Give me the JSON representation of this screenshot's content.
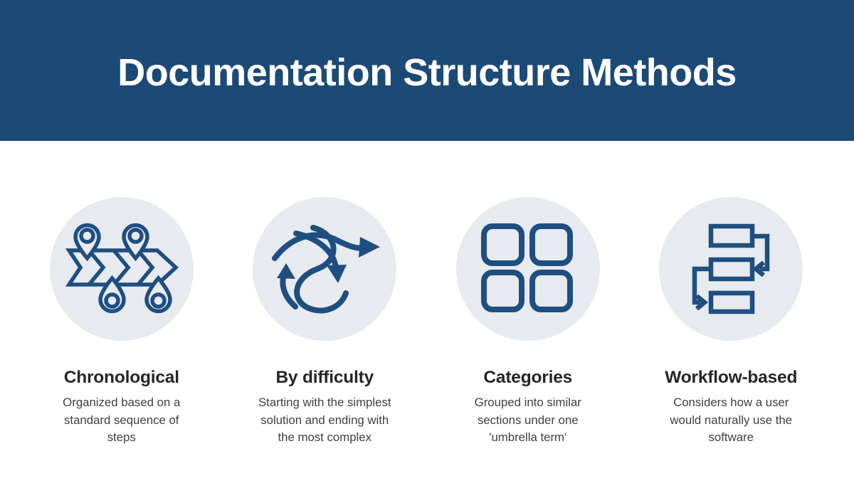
{
  "header": {
    "title": "Documentation Structure Methods"
  },
  "colors": {
    "header_bg": "#1c4a77",
    "icon_stroke": "#1f4f80",
    "circle_bg": "#e7eaee",
    "heading_color": "#262629",
    "body_color": "#3f4043",
    "page_bg": "#ffffff",
    "title_color": "#ffffff"
  },
  "methods": [
    {
      "title": "Chronological",
      "description": "Organized based on a\nstandard sequence of\nsteps",
      "icon": "chevron-timeline-pins-icon"
    },
    {
      "title": "By difficulty",
      "description": "Starting with the simplest\nsolution and ending with\nthe most complex",
      "icon": "tangled-arrows-icon"
    },
    {
      "title": "Categories",
      "description": "Grouped into similar\nsections under one\n'umbrella term'",
      "icon": "grid-categories-icon"
    },
    {
      "title": "Workflow-based",
      "description": "Considers how a user\nwould naturally use the\nsoftware",
      "icon": "workflow-flowchart-icon"
    }
  ]
}
